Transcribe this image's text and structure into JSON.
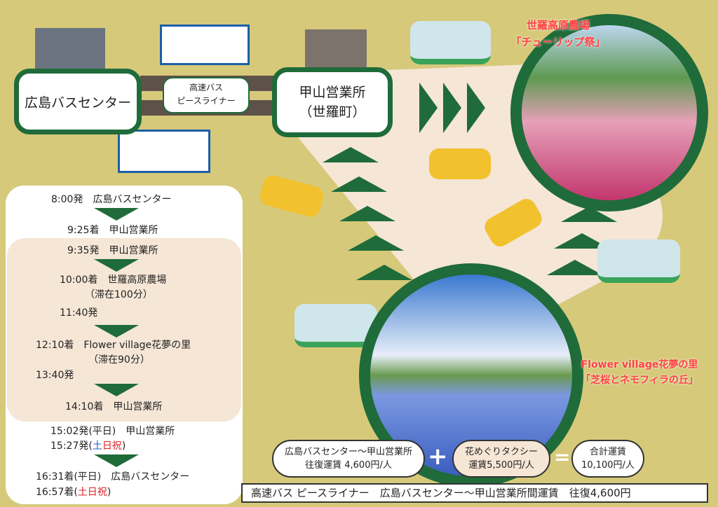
{
  "route": {
    "origin": "広島バスセンター",
    "bus_label_1": "高速バス",
    "bus_label_2": "ピースライナー",
    "depot_1": "甲山営業所",
    "depot_2": "（世羅町）"
  },
  "spots": [
    {
      "name": "世羅高原農場",
      "event": "「チューリップ祭」"
    },
    {
      "name": "Flower village花夢の里",
      "event": "「芝桜とネモフィラの丘」"
    }
  ],
  "timetable": {
    "rows": [
      "8:00発　広島バスセンター",
      "9:25着　甲山営業所",
      "9:35発　甲山営業所",
      "10:00着　世羅高原農場",
      "（滞在100分）",
      "11:40発",
      "12:10着　Flower village花夢の里",
      "（滞在90分）",
      "13:40発",
      "14:10着　甲山営業所",
      "15:02発(平日)　甲山営業所",
      "15:27発(",
      "土",
      "日祝",
      ")",
      "16:31着(平日)　広島バスセンター",
      "16:57着(",
      "土日祝",
      ")"
    ]
  },
  "fares": {
    "bus_line1": "広島バスセンター〜甲山営業所",
    "bus_line2": "往復運賃 4,600円/人",
    "plus": "+",
    "taxi_line1": "花めぐりタクシー",
    "taxi_line2": "運賃5,500円/人",
    "equals": "=",
    "total_line1": "合計運賃",
    "total_line2": "10,100円/人"
  },
  "footer": "高速バス ピースライナー　広島バスセンター〜甲山営業所間運賃　往復4,600円",
  "colors": {
    "background": "#d6c97a",
    "green": "#1f6b3a",
    "beige": "#f5e6d6",
    "arrow": "#5e5149"
  }
}
